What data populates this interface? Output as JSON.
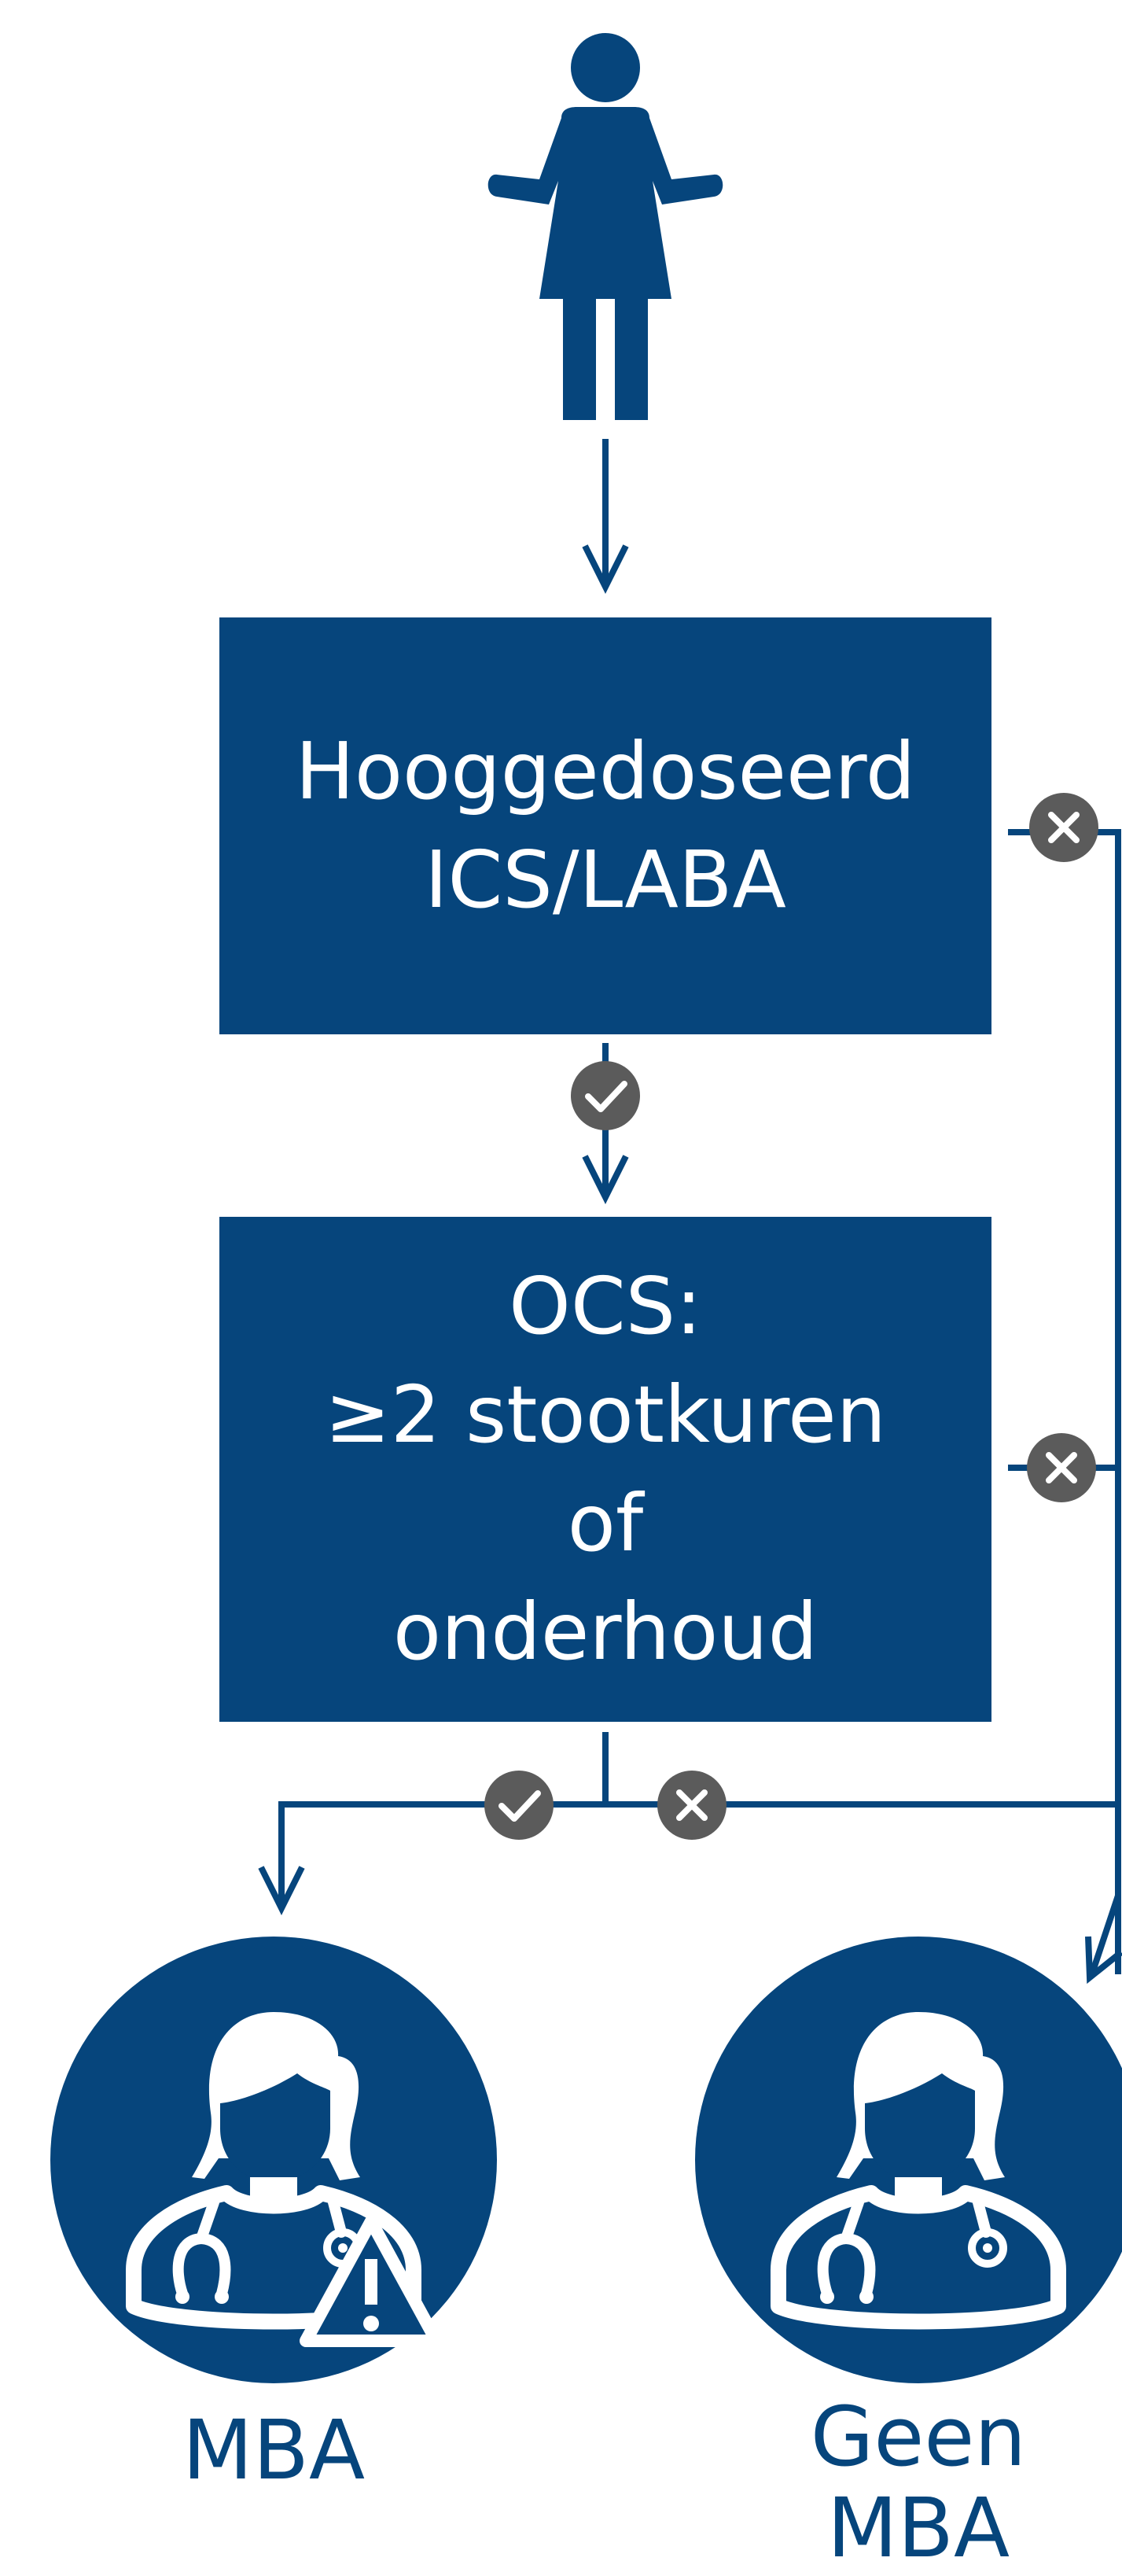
{
  "colors": {
    "primary": "#06457c",
    "badge": "#5b5b5b",
    "white": "#ffffff"
  },
  "start": {
    "icon": "person-icon"
  },
  "boxes": {
    "high_dose": {
      "lines": [
        "Hooggedoseerd",
        "ICS/LABA"
      ]
    },
    "ocs": {
      "lines": [
        "OCS:",
        "≥2 stootkuren",
        "of",
        "onderhoud"
      ]
    }
  },
  "badges": {
    "yes_icon": "check-icon",
    "no_icon": "cross-icon"
  },
  "outcomes": {
    "mba": {
      "icon": "doctor-warning-icon",
      "lines": [
        "MBA"
      ]
    },
    "geen_mba": {
      "icon": "doctor-icon",
      "lines": [
        "Geen",
        "MBA"
      ]
    }
  }
}
